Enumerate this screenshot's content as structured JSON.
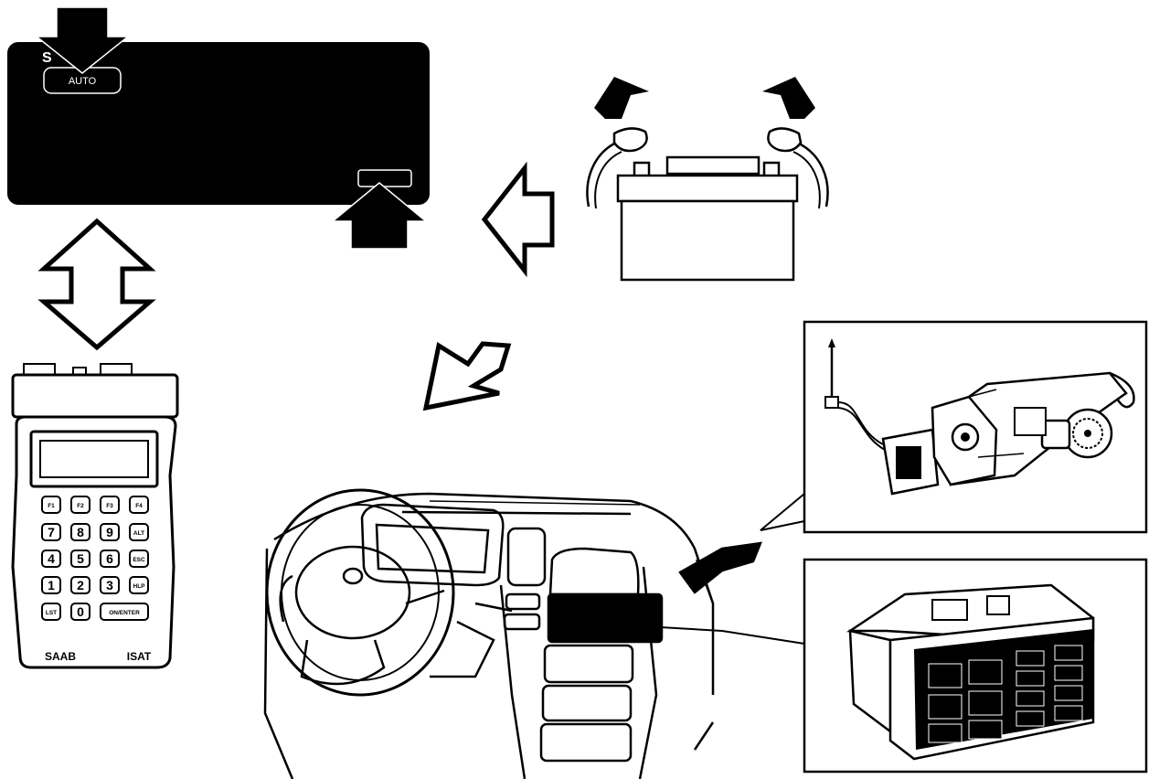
{
  "panel": {
    "brand": "S",
    "auto_label": "AUTO"
  },
  "isat": {
    "keys": [
      {
        "label": "F1"
      },
      {
        "label": "F2"
      },
      {
        "label": "F3"
      },
      {
        "label": "F4"
      },
      {
        "label": "7"
      },
      {
        "label": "8"
      },
      {
        "label": "9"
      },
      {
        "label": "ALT"
      },
      {
        "label": "4"
      },
      {
        "label": "5"
      },
      {
        "label": "6"
      },
      {
        "label": "ESC"
      },
      {
        "label": "1"
      },
      {
        "label": "2"
      },
      {
        "label": "3"
      },
      {
        "label": "HLP"
      },
      {
        "label": "LST"
      },
      {
        "label": "0"
      },
      {
        "label": "ON/ENTER"
      }
    ],
    "brand_left": "SAAB",
    "brand_right": "ISAT"
  }
}
